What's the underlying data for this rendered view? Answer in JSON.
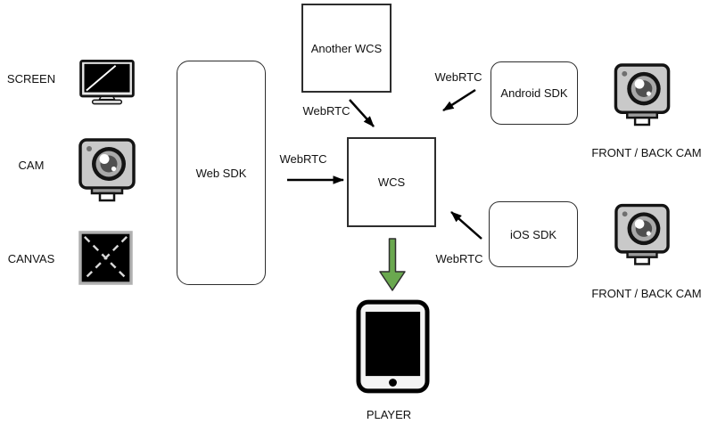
{
  "diagram": {
    "background": "#ffffff",
    "box_border_color": "#2d2d2d",
    "arrow_color": "#000000",
    "green_arrow_color": "#6aa84f"
  },
  "sources": [
    {
      "label": "SCREEN",
      "icon": "monitor-icon"
    },
    {
      "label": "CAM",
      "icon": "webcam-icon"
    },
    {
      "label": "CANVAS",
      "icon": "canvas-icon"
    }
  ],
  "nodes": {
    "web_sdk": {
      "label": "Web SDK"
    },
    "another_wcs": {
      "label": "Another WCS"
    },
    "wcs": {
      "label": "WCS"
    },
    "android_sdk": {
      "label": "Android SDK"
    },
    "ios_sdk": {
      "label": "iOS SDK"
    }
  },
  "cameras": [
    {
      "label": "FRONT / BACK CAM",
      "icon": "webcam-icon"
    },
    {
      "label": "FRONT / BACK CAM",
      "icon": "webcam-icon"
    }
  ],
  "player": {
    "label": "PLAYER",
    "icon": "tablet-icon"
  },
  "edges": {
    "web_sdk_to_wcs": {
      "label": "WebRTC"
    },
    "another_wcs_to_wcs": {
      "label": "WebRTC"
    },
    "android_sdk_to_wcs": {
      "label": "WebRTC"
    },
    "ios_sdk_to_wcs": {
      "label": "WebRTC"
    },
    "wcs_to_player": {
      "label": "",
      "color": "#6aa84f"
    }
  }
}
